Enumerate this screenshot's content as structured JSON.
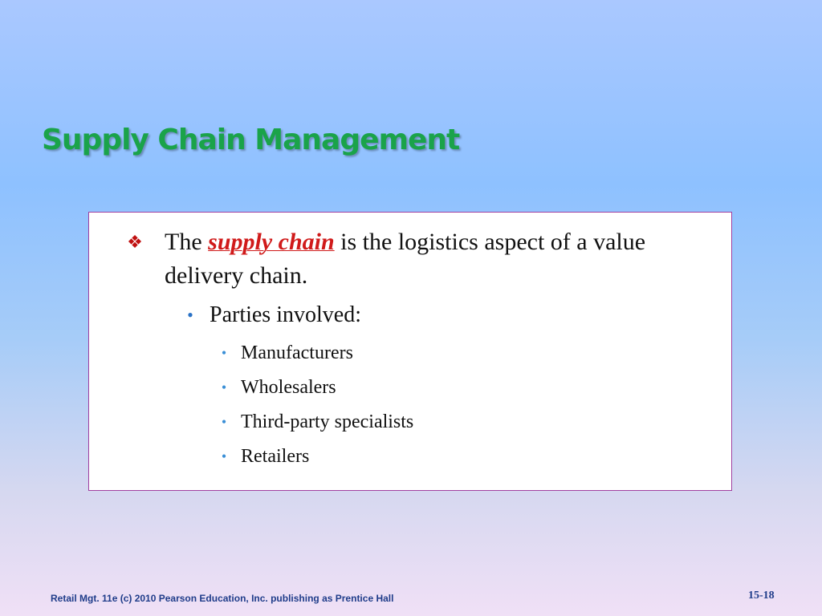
{
  "slide": {
    "title": "Supply Chain Management",
    "main_bullet": {
      "icon": "diamond-star-bullet-icon",
      "text_before": "The ",
      "emphasis": "supply chain",
      "text_after": " is the logistics aspect of a value delivery chain."
    },
    "sub_bullet": {
      "text": "Parties involved:"
    },
    "parties": [
      "Manufacturers",
      "Wholesalers",
      "Third-party specialists",
      "Retailers"
    ]
  },
  "footer": {
    "copyright": "Retail Mgt. 11e (c) 2010 Pearson Education, Inc. publishing as Prentice Hall",
    "page_number": "15-18"
  },
  "colors": {
    "title": "#1aa34a",
    "emphasis": "#d01a1a",
    "box_border": "#a040a0",
    "footer_text": "#1f3c8a",
    "bullet_blue": "#3a8fd6",
    "bullet_red": "#c01010"
  }
}
